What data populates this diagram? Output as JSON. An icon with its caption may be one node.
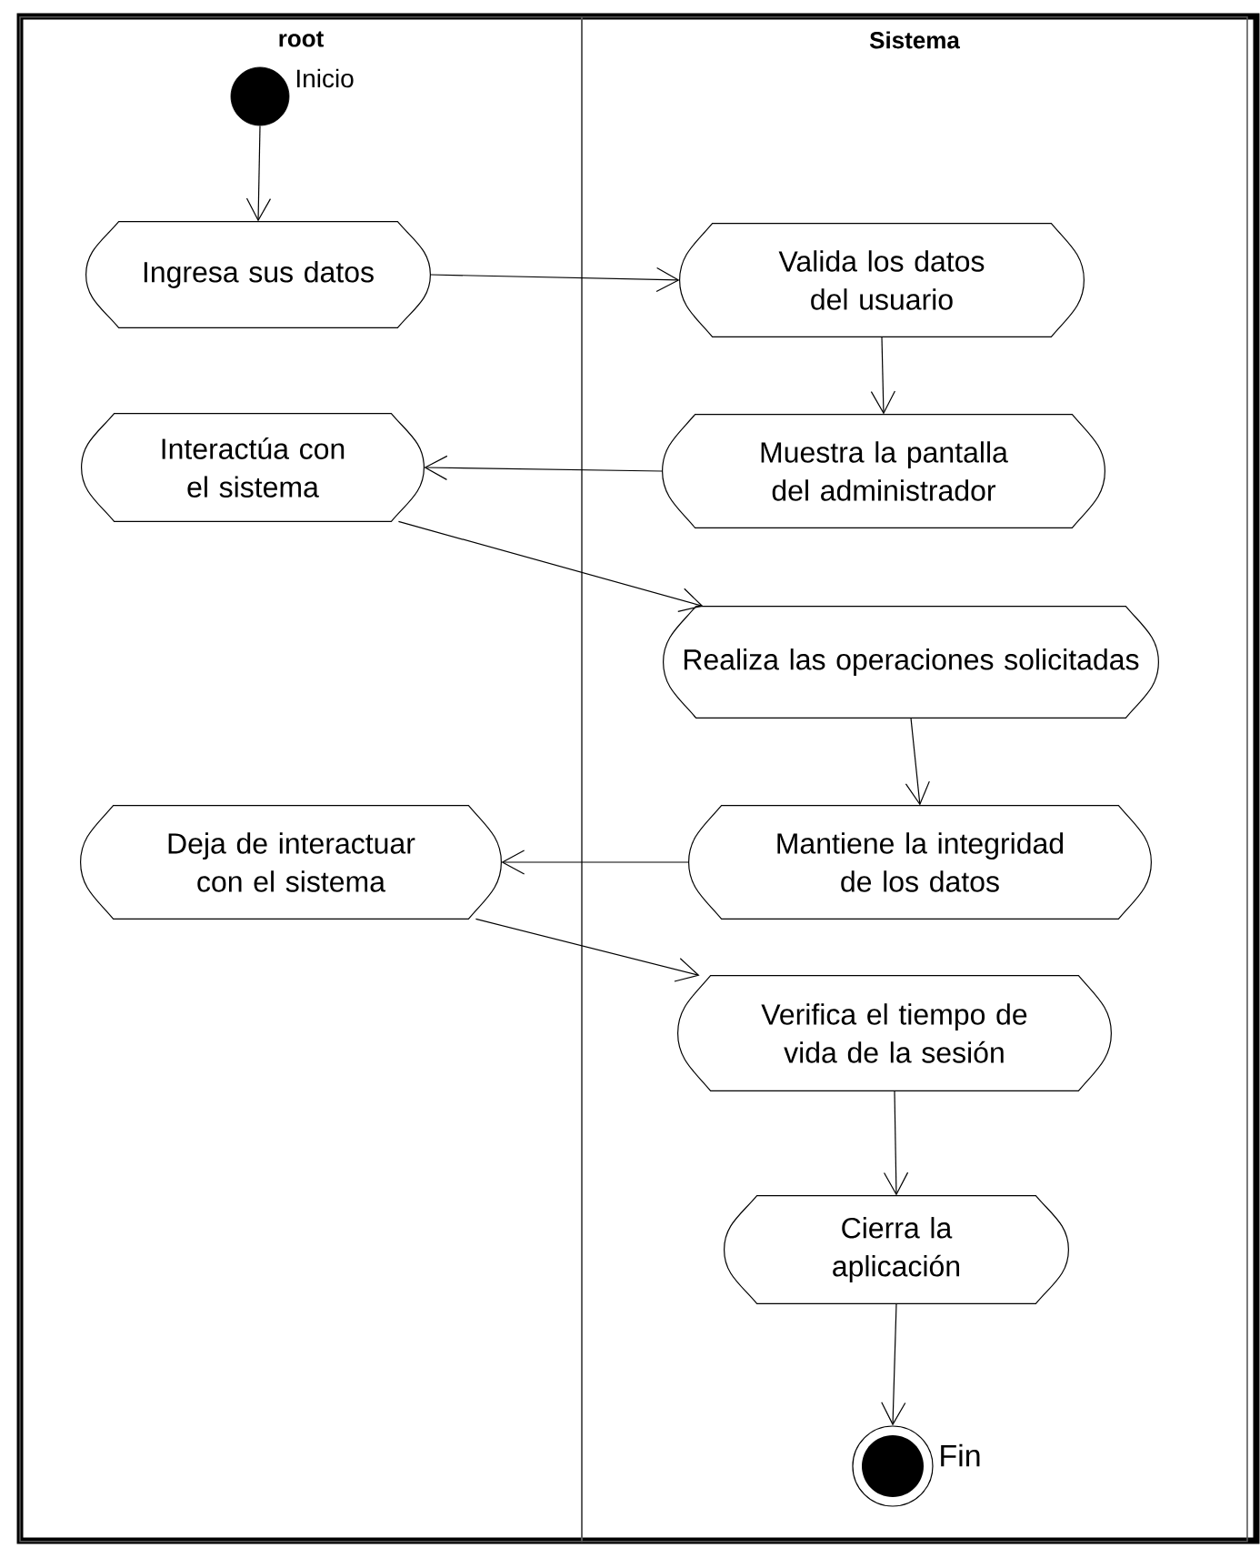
{
  "diagram": {
    "nodes": [
      {
        "text": [
          "root"
        ]
      },
      {
        "text": [
          "Sistema"
        ]
      },
      {
        "text": [],
        "shape": "circle",
        "in": 0,
        "beside": [
          "Inicio"
        ]
      },
      {
        "text": [
          "Ingresa sus datos"
        ],
        "in": 0
      },
      {
        "text": [
          "Valida los datos del usuario"
        ],
        "in": 1
      },
      {
        "text": [
          "Interactúa con el sistema"
        ],
        "in": 0
      },
      {
        "text": [
          "Muestra la pantalla del administrador"
        ],
        "in": 1
      },
      {
        "text": [
          "Realiza las operaciones solicitadas"
        ],
        "in": 1
      },
      {
        "text": [
          "Deja de interactuar con el sistema"
        ],
        "in": 0
      },
      {
        "text": [
          "Mantiene la integridad de los datos"
        ],
        "in": 1
      },
      {
        "text": [
          "Verifica el tiempo de vida de la sesión"
        ],
        "in": 1
      },
      {
        "text": [
          "Cierra la aplicación"
        ],
        "in": 1
      },
      {
        "text": [],
        "shape": "circle",
        "in": 1,
        "beside": [
          "Fin"
        ]
      }
    ],
    "edges": [
      {
        "from": 2,
        "to": 3,
        "arrow": "to"
      },
      {
        "from": 3,
        "to": 4,
        "arrow": "to"
      },
      {
        "from": 4,
        "to": 6,
        "arrow": "to"
      },
      {
        "from": 6,
        "to": 5,
        "arrow": "to"
      },
      {
        "from": 5,
        "to": 7,
        "arrow": "to"
      },
      {
        "from": 7,
        "to": 9,
        "arrow": "to"
      },
      {
        "from": 9,
        "to": 8,
        "arrow": "to"
      },
      {
        "from": 8,
        "to": 10,
        "arrow": "to"
      },
      {
        "from": 10,
        "to": 11,
        "arrow": "to"
      },
      {
        "from": 11,
        "to": 12,
        "arrow": "to"
      }
    ]
  }
}
